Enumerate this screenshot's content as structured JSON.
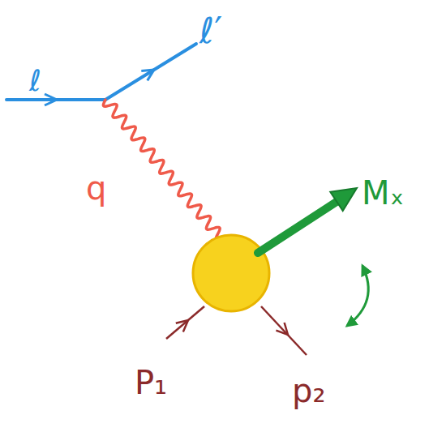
{
  "diagram": {
    "labels": [
      "ℓ",
      "ℓ′",
      "q",
      "Mₓ",
      "P₁",
      "p₂"
    ]
  }
}
